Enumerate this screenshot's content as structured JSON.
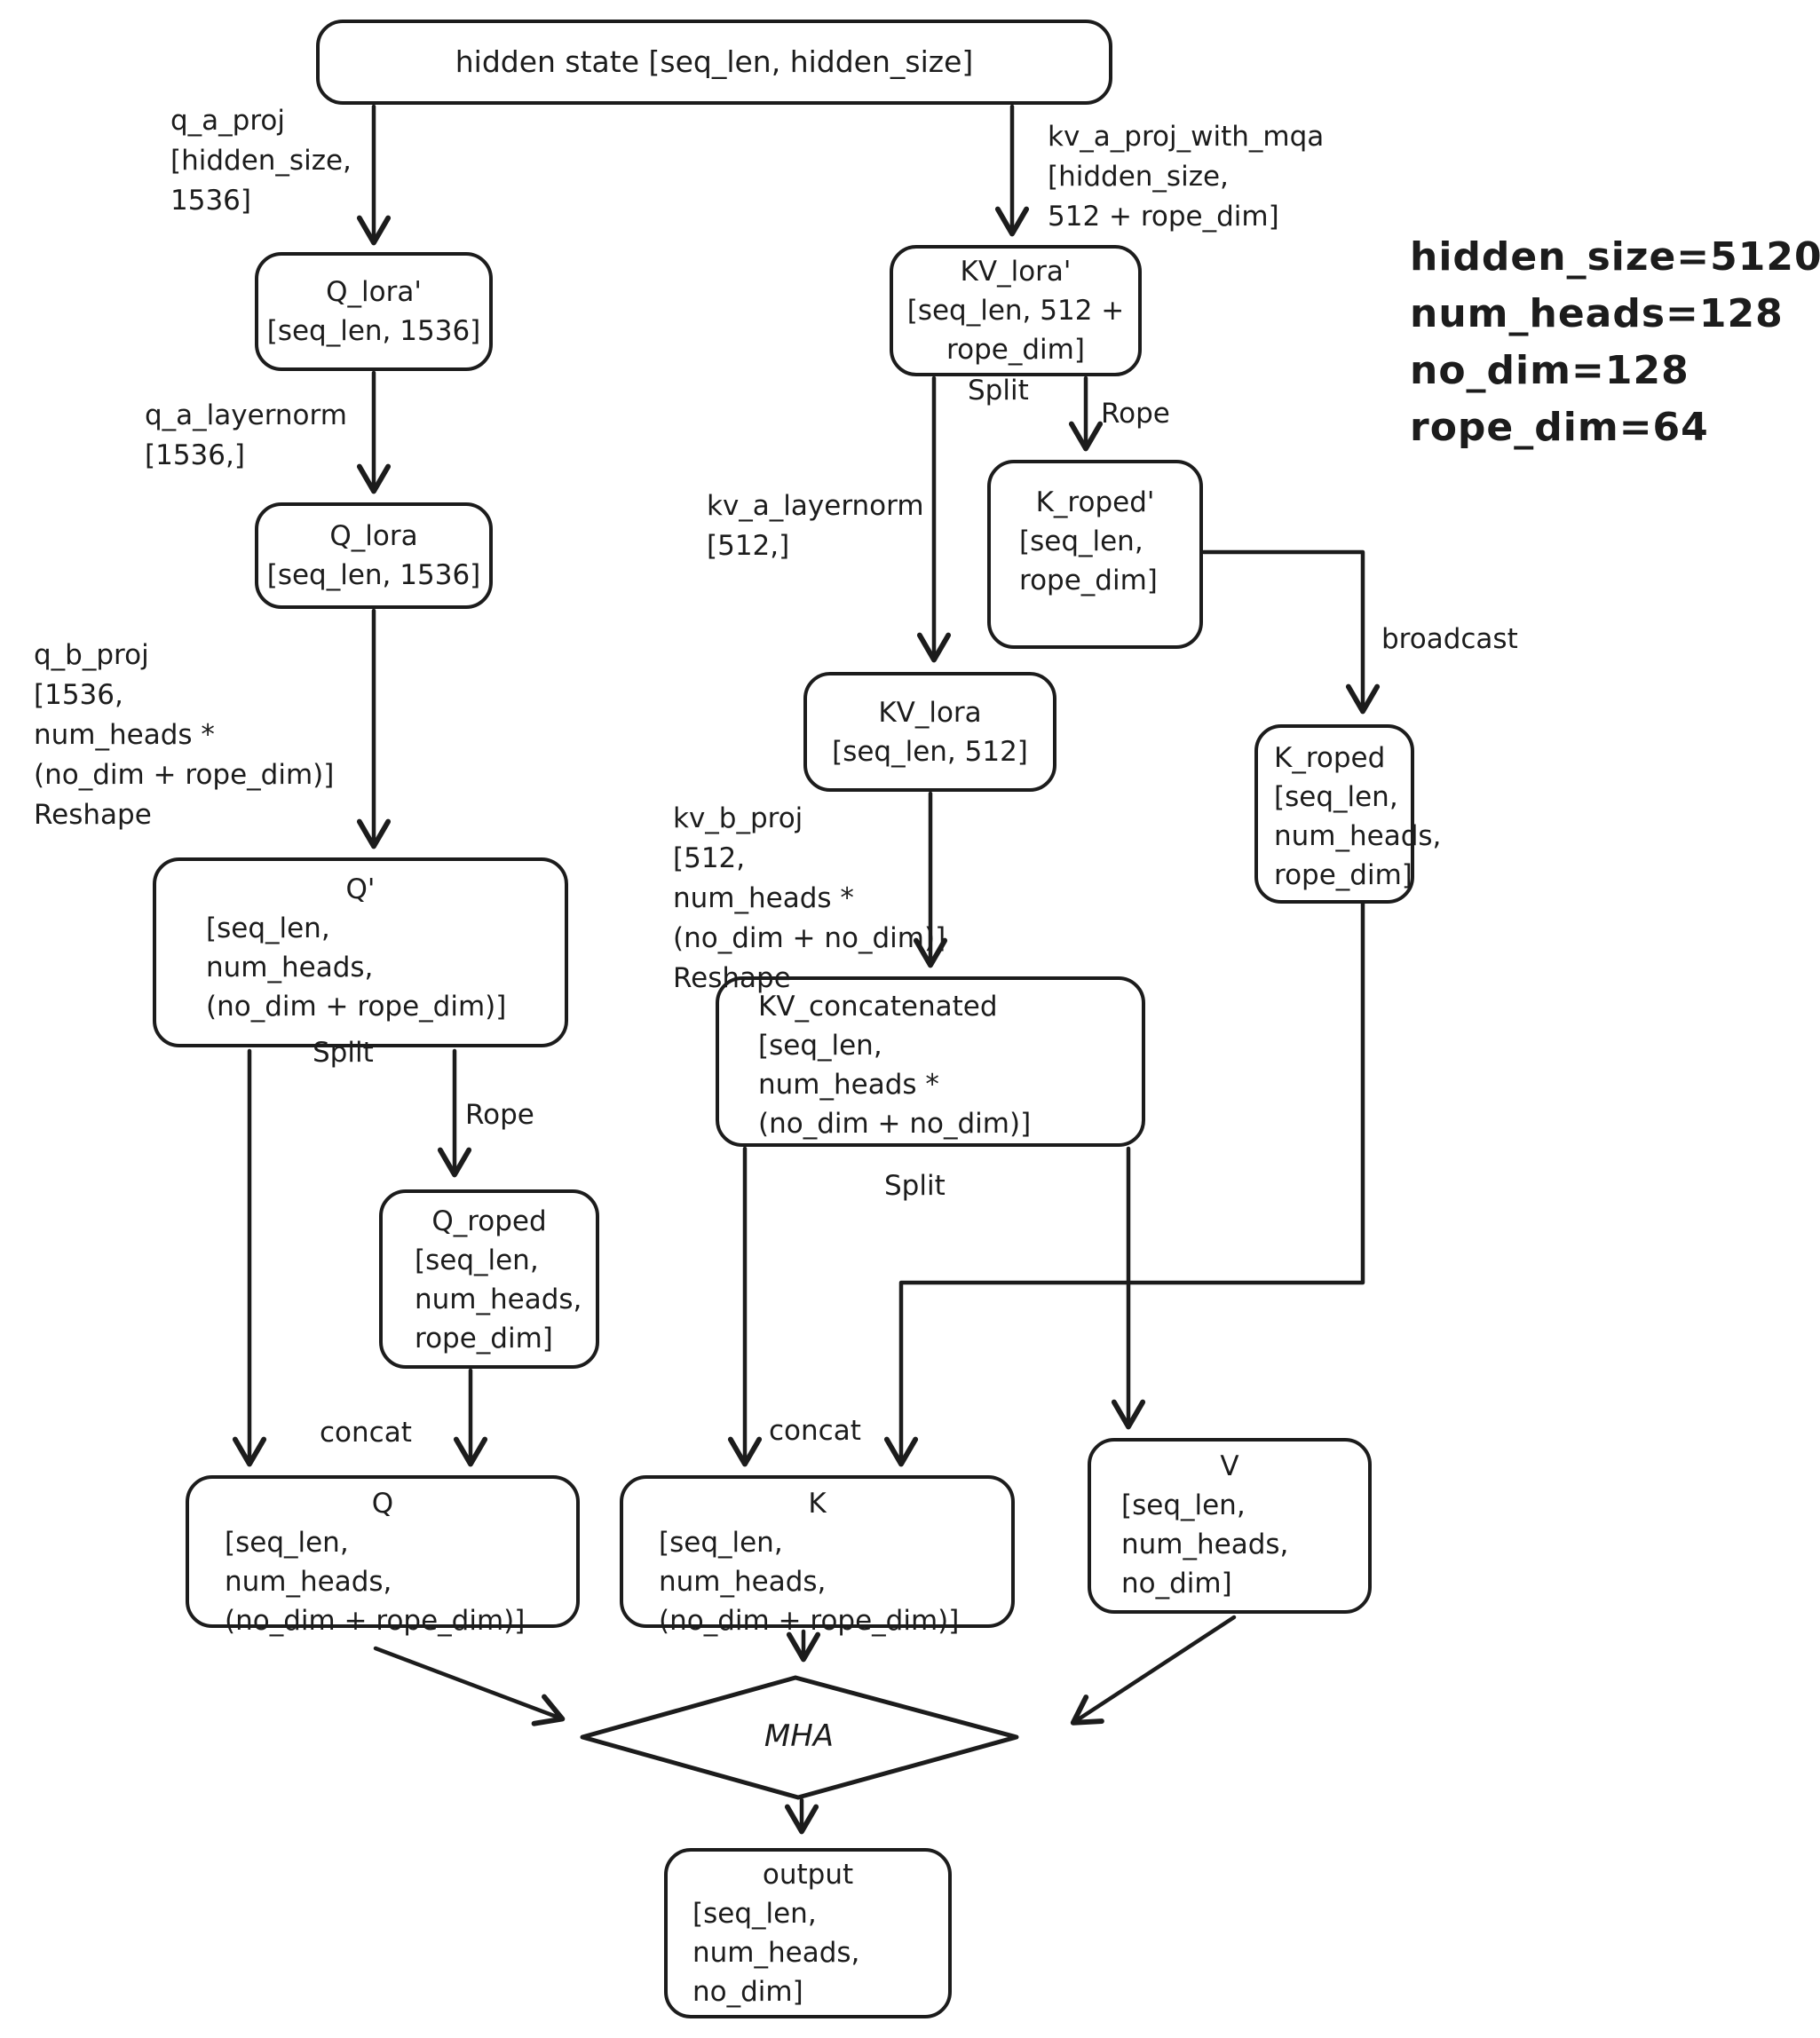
{
  "canvas": {
    "bg": "#ffffff",
    "ink": "#1c1c1c"
  },
  "legend": {
    "lines": [
      "hidden_size=5120",
      "num_heads=128",
      "no_dim=128",
      "rope_dim=64"
    ]
  },
  "nodes": {
    "hidden_state": {
      "title": "hidden state [seq_len, hidden_size]"
    },
    "q_lora_prime": {
      "lines": [
        "Q_lora'",
        "[seq_len, 1536]"
      ]
    },
    "q_lora": {
      "lines": [
        "Q_lora",
        "[seq_len, 1536]"
      ]
    },
    "q_prime": {
      "title": "Q'",
      "lines": [
        "[seq_len,",
        "num_heads,",
        "(no_dim + rope_dim)]"
      ]
    },
    "q_roped": {
      "title": "Q_roped",
      "lines": [
        "[seq_len,",
        "num_heads,",
        "rope_dim]"
      ]
    },
    "q": {
      "title": "Q",
      "lines": [
        "[seq_len,",
        "num_heads,",
        "(no_dim + rope_dim)]"
      ]
    },
    "kv_lora_prime": {
      "lines": [
        "KV_lora'",
        "[seq_len, 512 +",
        "rope_dim]"
      ]
    },
    "k_roped_prime": {
      "title": "K_roped'",
      "lines": [
        "[seq_len,",
        "rope_dim]"
      ]
    },
    "kv_lora": {
      "lines": [
        "KV_lora",
        "[seq_len, 512]"
      ]
    },
    "k_roped": {
      "lines": [
        "K_roped",
        "[seq_len,",
        "num_heads,",
        "rope_dim]"
      ]
    },
    "kv_concatenated": {
      "lines": [
        "KV_concatenated",
        "[seq_len,",
        "num_heads *",
        "(no_dim + no_dim)]"
      ]
    },
    "k": {
      "title": "K",
      "lines": [
        "[seq_len,",
        "num_heads,",
        "(no_dim + rope_dim)]"
      ]
    },
    "v": {
      "title": "V",
      "lines": [
        "[seq_len,",
        "num_heads,",
        "no_dim]"
      ]
    },
    "mha": {
      "title": "MHA"
    },
    "output": {
      "title": "output",
      "lines": [
        "[seq_len,",
        "num_heads,",
        "no_dim]"
      ]
    }
  },
  "edge_labels": {
    "q_a_proj": {
      "lines": [
        "q_a_proj",
        "[hidden_size,",
        "1536]"
      ]
    },
    "kv_a_proj_with_mqa": {
      "lines": [
        "kv_a_proj_with_mqa",
        "[hidden_size,",
        "512 + rope_dim]"
      ]
    },
    "q_a_layernorm": {
      "lines": [
        "q_a_layernorm",
        "[1536,]"
      ]
    },
    "q_b_proj": {
      "lines": [
        "q_b_proj",
        "[1536,",
        "num_heads *",
        "(no_dim + rope_dim)]",
        "Reshape"
      ]
    },
    "kv_a_layernorm": {
      "lines": [
        "kv_a_layernorm",
        "[512,]"
      ]
    },
    "kv_b_proj": {
      "lines": [
        "kv_b_proj",
        "[512,",
        "num_heads *",
        "(no_dim + no_dim)]",
        "Reshape"
      ]
    },
    "split_q_prime": "Split",
    "rope_q": "Rope",
    "split_kv_lora_prime": "Split",
    "rope_kv": "Rope",
    "broadcast": "broadcast",
    "split_kv_concatenated": "Split",
    "concat_q": "concat",
    "concat_k": "concat"
  }
}
